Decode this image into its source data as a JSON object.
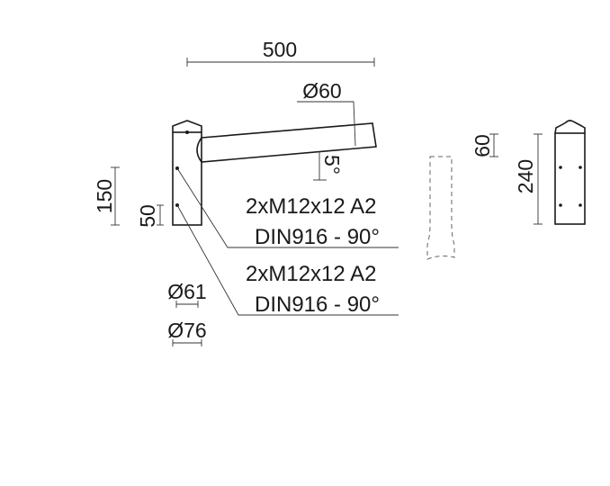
{
  "dimensions": {
    "arm_length": "500",
    "arm_diameter": "Ø60",
    "arm_angle": "5°",
    "post_height_150": "150",
    "bolt_spacing": "50",
    "inner_diameter": "Ø61",
    "outer_diameter": "Ø76",
    "cap_height": "60",
    "total_height": "240"
  },
  "callouts": [
    {
      "line1": "2xM12x12 A2",
      "line2": "DIN916 - 90°"
    },
    {
      "line1": "2xM12x12 A2",
      "line2": "DIN916 - 90°"
    }
  ]
}
